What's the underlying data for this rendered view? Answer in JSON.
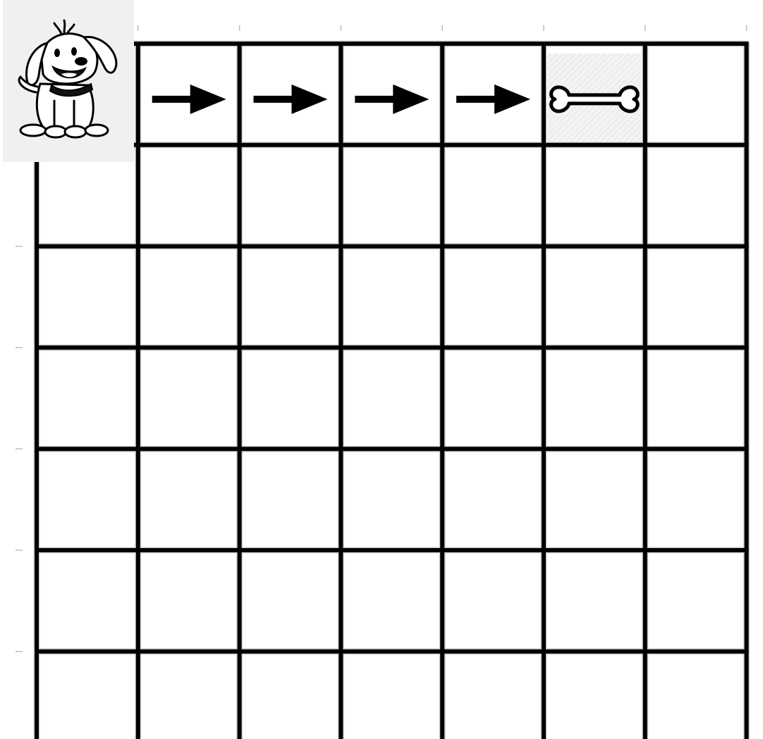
{
  "game": {
    "grid": {
      "rows": 7,
      "cols": 7
    },
    "start": {
      "row": 0,
      "col": 0,
      "sprite": "puppy-icon"
    },
    "goal": {
      "row": 0,
      "col": 5,
      "sprite": "bone-icon"
    },
    "path": [
      {
        "row": 0,
        "col": 1,
        "direction": "right"
      },
      {
        "row": 0,
        "col": 2,
        "direction": "right"
      },
      {
        "row": 0,
        "col": 3,
        "direction": "right"
      },
      {
        "row": 0,
        "col": 4,
        "direction": "right"
      }
    ]
  },
  "colors": {
    "line": "#000000",
    "tick": "#bdbdbd",
    "cell": "#ffffff",
    "start_bg": "#f0f0f0",
    "goal_bg": "#f4f4f4"
  }
}
